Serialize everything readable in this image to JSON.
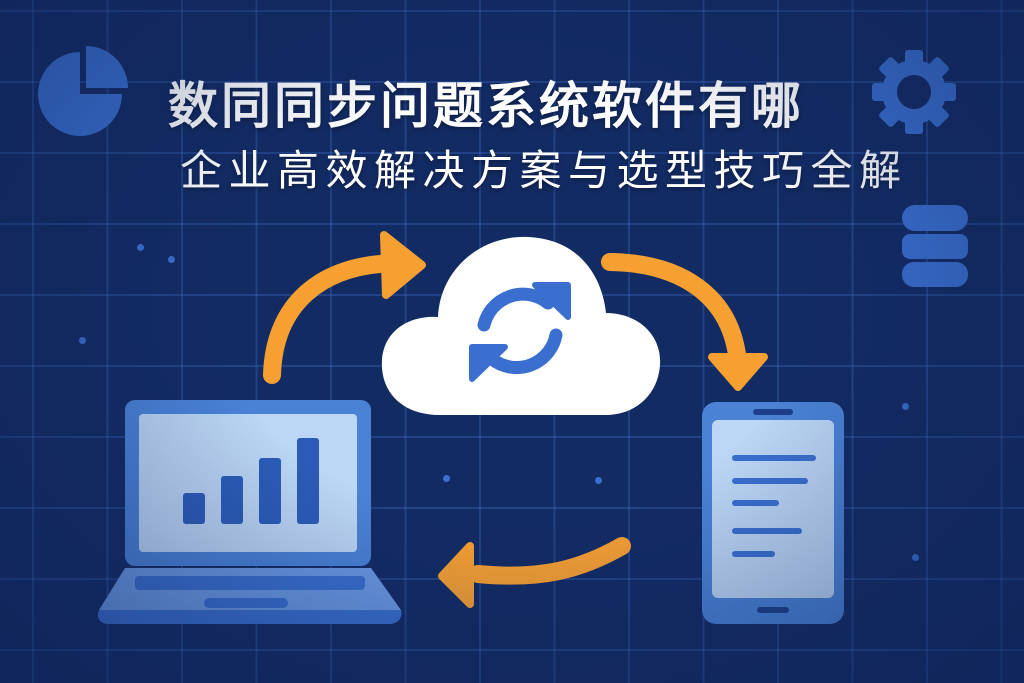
{
  "headline": {
    "title": "数同同步问题系统软件有哪",
    "subtitle": "企业高效解决方案与选型技巧全解"
  },
  "colors": {
    "background": "#132b63",
    "grid": "#2a4f9a",
    "icon_blue": "#3a6fcf",
    "device_body": "#4a82d6",
    "device_screen": "#bcd6f5",
    "device_dark": "#2c5cb8",
    "arrow_orange": "#f7a032",
    "cloud": "#ffffff",
    "text": "#ffffff"
  },
  "icons": {
    "top_left": "pie-chart-icon",
    "top_right": "gear-icon",
    "right": "database-icon",
    "center": "cloud-sync-icon",
    "left_device": "laptop-icon",
    "right_device": "tablet-icon"
  },
  "laptop_chart": {
    "type": "bar",
    "bars": 4,
    "relative_heights": [
      0.31,
      0.47,
      0.65,
      0.84
    ]
  },
  "tablet_lines": {
    "count": 5,
    "relative_widths": [
      1.0,
      0.9,
      0.56,
      0.84,
      0.51
    ]
  },
  "arrows": [
    {
      "name": "laptop-to-cloud",
      "direction": "up-right"
    },
    {
      "name": "cloud-to-tablet",
      "direction": "down-right"
    },
    {
      "name": "tablet-to-laptop",
      "direction": "left"
    }
  ]
}
